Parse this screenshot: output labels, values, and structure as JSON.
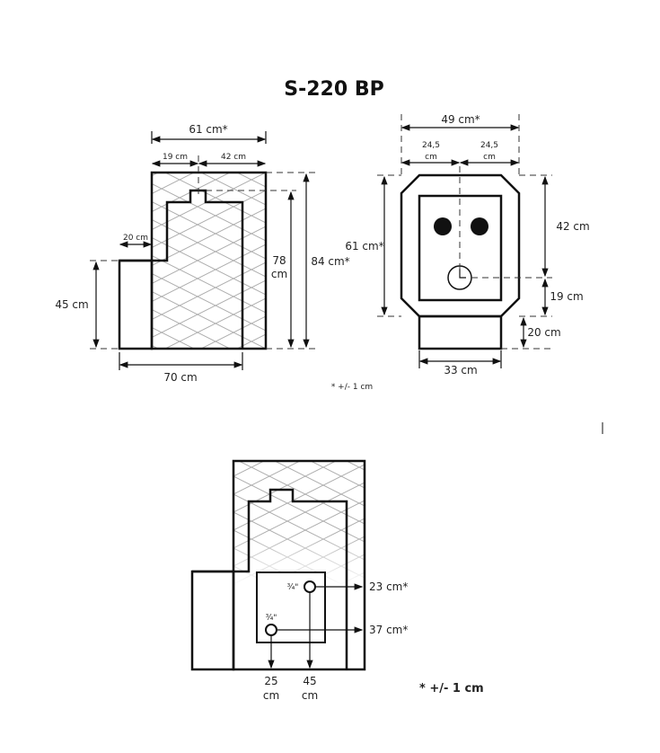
{
  "title": "S-220 BP",
  "side_view": {
    "total_width": "61 cm*",
    "seg_left": "19 cm",
    "seg_right": "42 cm",
    "bench_width": "20 cm",
    "bench_height": "45 cm",
    "inner_height_num": "78",
    "inner_height_unit": "cm",
    "total_height": "84 cm*",
    "base_width": "70 cm"
  },
  "front_view": {
    "total_width": "49 cm*",
    "half_left_num": "24,5",
    "half_right_num": "24,5",
    "unit": "cm",
    "height": "61 cm*",
    "upper": "42 cm",
    "lower": "19 cm",
    "base_height": "20 cm",
    "base_width": "33 cm"
  },
  "tolerance_small": "* +/- 1 cm",
  "connections": {
    "pipe1_size": "¾\"",
    "pipe2_size": "¾\"",
    "height1": "23 cm*",
    "height2": "37 cm*",
    "dist1_num": "25",
    "dist2_num": "45",
    "unit": "cm",
    "tolerance": "* +/- 1 cm"
  }
}
